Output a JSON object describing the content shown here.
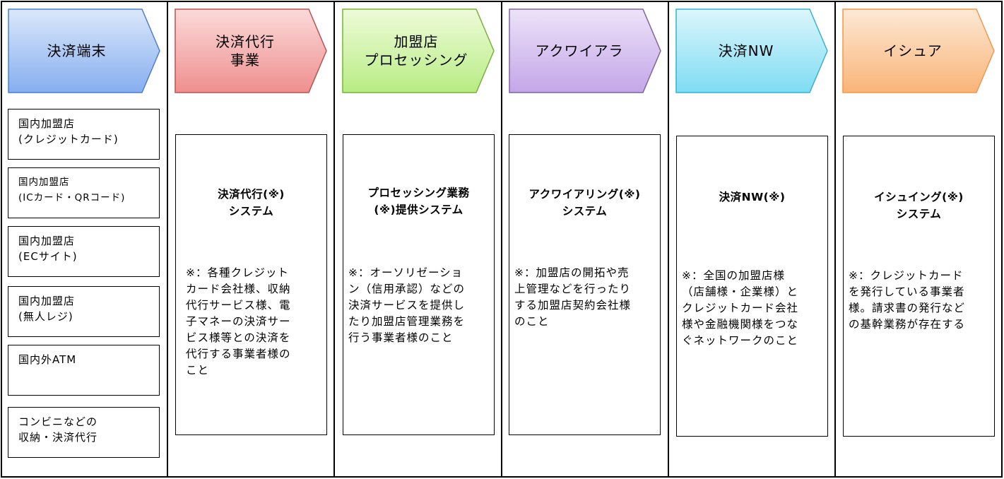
{
  "columns": [
    {
      "header": "決済端末",
      "colors": {
        "top": "#dbe8fb",
        "bottom": "#86aeef",
        "border": "#4a7fd4"
      },
      "terminals": [
        "国内加盟店\n(クレジットカード)",
        "国内加盟店\n(ICカード・QRコード)",
        "国内加盟店\n(ECサイト)",
        "国内加盟店\n(無人レジ)",
        "国内外ATM",
        "コンビニなどの\n収納・決済代行"
      ]
    },
    {
      "header": "決済代行\n事業",
      "colors": {
        "top": "#fbdada",
        "bottom": "#ef8f8f",
        "border": "#c0504d"
      },
      "system": "決済代行(※)\nシステム",
      "note": "※：各種クレジット\nカード会社様、収納\n代行サービス様、電\n子マネーの決済サー\nビス様等との決済を\n代行する事業者様の\nこと"
    },
    {
      "header": "加盟店\nプロセッシング",
      "colors": {
        "top": "#eefbd9",
        "bottom": "#b8ec84",
        "border": "#76b531"
      },
      "system": "プロセッシング業務\n(※)提供システム",
      "note": "※：オーソリゼーショ\nン（信用承認）などの\n決済サービスを提供し\nたり加盟店管理業務を\n行う事業者様のこと"
    },
    {
      "header": "アクワイアラ",
      "colors": {
        "top": "#ede3f8",
        "bottom": "#c3a6e8",
        "border": "#8064a2"
      },
      "system": "アクワイアリング(※)\nシステム",
      "note": "※：加盟店の開拓や売\n上管理などを行ったり\nする加盟店契約会社様\nのこと"
    },
    {
      "header": "決済NW",
      "colors": {
        "top": "#dcf6fc",
        "bottom": "#7fdcf3",
        "border": "#31b4d6"
      },
      "system": "決済NW(※)",
      "note": "※：全国の加盟店様\n（店舗様・企業様）と\nクレジットカード会社\n様や金融機関様をつな\nぐネットワークのこと"
    },
    {
      "header": "イシュア",
      "colors": {
        "top": "#fde9d6",
        "bottom": "#f9b478",
        "border": "#f79646"
      },
      "system": "イシュイング(※)\nシステム",
      "note": "※：クレジットカード\nを発行している事業者\n様。請求書の発行など\nの基幹業務が存在する"
    }
  ]
}
